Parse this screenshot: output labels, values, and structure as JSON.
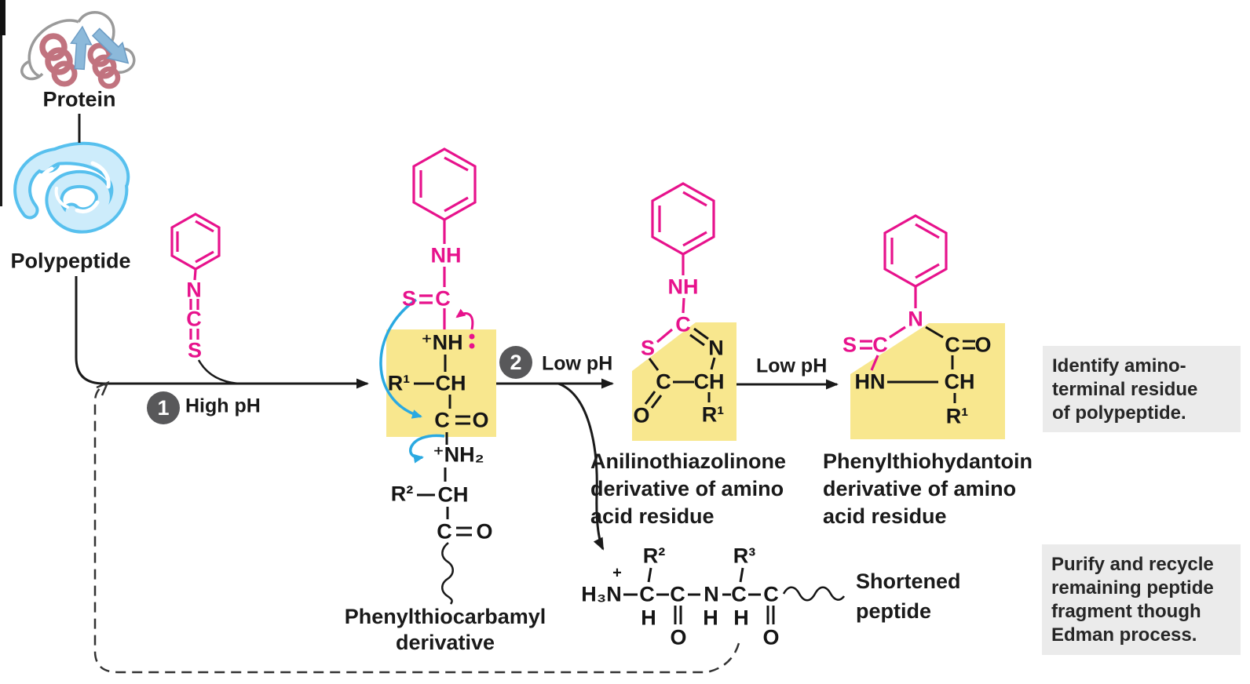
{
  "colors": {
    "pink": "#e7128c",
    "yellow": "#f8e78e",
    "blue_arrow": "#2aa9e1",
    "badge_gray": "#58585a",
    "note_gray": "#ebebeb"
  },
  "protein": {
    "label": "Protein"
  },
  "polypeptide": {
    "label": "Polypeptide"
  },
  "steps": {
    "one": {
      "number": "1",
      "label": "High pH"
    },
    "two": {
      "number": "2",
      "label": "Low pH"
    },
    "three_label": "Low pH"
  },
  "pitc": {
    "n": "N",
    "c": "C",
    "s": "S"
  },
  "ptc": {
    "nh": "NH",
    "s": "S",
    "c": "C",
    "nh_plus": "⁺NH",
    "r1": "R¹",
    "ch1": "CH",
    "c1": "C",
    "o1": "O",
    "nh2_plus": "⁺NH₂",
    "r2": "R²",
    "ch2": "CH",
    "c2": "C",
    "o2": "O",
    "label_line1": "Phenylthiocarbamyl",
    "label_line2": "derivative"
  },
  "atz": {
    "nh": "NH",
    "c_top": "C",
    "s": "S",
    "n": "N",
    "c": "C",
    "ch": "CH",
    "o": "O",
    "r1": "R¹",
    "label_line1": "Anilinothiazolinone",
    "label_line2": "derivative of amino",
    "label_line3": "acid residue"
  },
  "pth": {
    "n": "N",
    "s": "S",
    "c_top": "C",
    "c": "C",
    "o": "O",
    "hn": "HN",
    "ch": "CH",
    "r1": "R¹",
    "label_line1": "Phenylthiohydantoin",
    "label_line2": "derivative of amino",
    "label_line3": "acid residue"
  },
  "peptide": {
    "plus": "+",
    "h3n": "H₃N",
    "c1": "C",
    "h1": "H",
    "c2": "C",
    "o1": "O",
    "n": "N",
    "h2": "H",
    "c3": "C",
    "h3": "H",
    "r2": "R²",
    "r3": "R³",
    "c4": "C",
    "o2": "O",
    "label_line1": "Shortened",
    "label_line2": "peptide"
  },
  "notes": {
    "identify": {
      "line1": "Identify amino-",
      "line2": "terminal residue",
      "line3": "of polypeptide."
    },
    "recycle": {
      "line1": "Purify and recycle",
      "line2": "remaining peptide",
      "line3": "fragment though",
      "line4": "Edman process."
    }
  }
}
